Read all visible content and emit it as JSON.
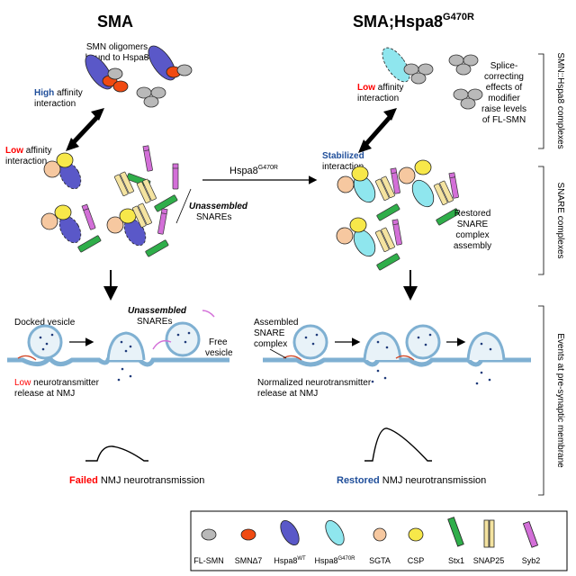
{
  "titles": {
    "left": "SMA",
    "right_main": "SMA;Hspa8",
    "right_sup": "G470R"
  },
  "left": {
    "oligomer_label_1": "SMN oligomers",
    "oligomer_label_2": "bound to Hspa8",
    "high_word": "High",
    "high_rest": " affinity",
    "high_line2": "interaction",
    "low_word": "Low",
    "low_rest": " affinity",
    "low_line2": "interaction",
    "unassembled_1": "Unassembled",
    "unassembled_2": "SNAREs"
  },
  "middle": {
    "arrow_label_main": "Hspa8",
    "arrow_label_sup": "G470R"
  },
  "right": {
    "low_word": "Low",
    "low_rest": " affinity",
    "low_line2": "interaction",
    "splice_1": "Splice-",
    "splice_2": "correcting",
    "splice_3": "effects of",
    "splice_4": "modifier",
    "splice_5": "raise levels",
    "splice_6": "of FL-SMN",
    "stabilized_word": "Stabilized",
    "stabilized_line2": "interaction",
    "restored_1": "Restored",
    "restored_2": "SNARE",
    "restored_3": "complex",
    "restored_4": "assembly"
  },
  "side_labels": {
    "smn_hspa8": "SMN::Hspa8 complexes",
    "snare": "SNARE complexes",
    "events": "Events at pre-synaptic membrane"
  },
  "bottom_left": {
    "docked": "Docked vesicle",
    "unassembled_1": "Unassembled",
    "unassembled_2": "SNAREs",
    "free_1": "Free",
    "free_2": "vesicle",
    "low_word": "Low",
    "low_rest": " neurotransmitter",
    "release": "release at NMJ",
    "failed_word": "Failed",
    "failed_rest": " NMJ neurotransmission"
  },
  "bottom_right": {
    "assembled_1": "Assembled",
    "assembled_2": "SNARE",
    "assembled_3": "complex",
    "normalized": "Normalized neurotransmitter",
    "release": "release at NMJ",
    "restored_word": "Restored",
    "restored_rest": " NMJ neurotransmission"
  },
  "legend": [
    {
      "icon": "fl-smn-icon",
      "label": "FL-SMN",
      "sup": ""
    },
    {
      "icon": "smn-delta7-icon",
      "label": "SMN∆7",
      "sup": ""
    },
    {
      "icon": "hspa8-wt-icon",
      "label": "Hspa8",
      "sup": "WT"
    },
    {
      "icon": "hspa8-g470r-icon",
      "label": "Hspa8",
      "sup": "G470R"
    },
    {
      "icon": "sgta-icon",
      "label": "SGTA",
      "sup": ""
    },
    {
      "icon": "csp-icon",
      "label": "CSP",
      "sup": ""
    },
    {
      "icon": "stx1-icon",
      "label": "Stx1",
      "sup": ""
    },
    {
      "icon": "snap25-icon",
      "label": "SNAP25",
      "sup": ""
    },
    {
      "icon": "syb2-icon",
      "label": "Syb2",
      "sup": ""
    }
  ],
  "colors": {
    "red": "#ff0000",
    "blue": "#1f4e9a",
    "fl_smn": "#b9b9b9",
    "smn_delta7": "#f04a12",
    "hspa8_wt": "#5a58c8",
    "hspa8_g470r": "#8fe6ee",
    "sgta": "#f6c8a0",
    "csp": "#f7e84a",
    "stx1": "#2fae4a",
    "snap25": "#f4e3a0",
    "syb2": "#d36fd8"
  }
}
